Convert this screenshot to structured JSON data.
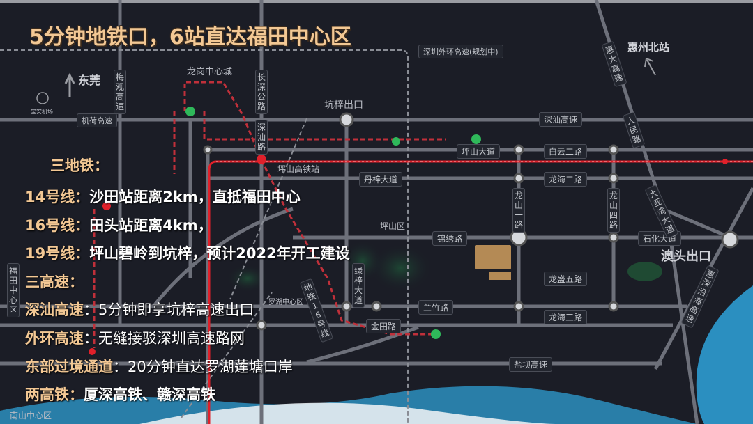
{
  "title": "5分钟地铁口，6站直达福田中心区",
  "colors": {
    "accent": "#f3c894",
    "rail": "#e0202a",
    "metro_dashed": "#c0303a",
    "metro_station": "#2fb85a",
    "water": "#2b8fc0",
    "road": "#6d707a",
    "background": "#1b1d26"
  },
  "points": [
    {
      "key": "l1",
      "label": "三地铁：",
      "value": ""
    },
    {
      "key": "l2",
      "label": "14号线：",
      "value": "沙田站距离2km，直抵福田中心"
    },
    {
      "key": "l3",
      "label": "16号线：",
      "value": "田头站距离4km，"
    },
    {
      "key": "l4",
      "label": "19号线：",
      "value": "坪山碧岭到坑梓，预计2022年开工建设"
    },
    {
      "key": "l5",
      "label": "三高速：",
      "value": ""
    },
    {
      "key": "l6",
      "label": "深汕高速",
      "value": "：5分钟即享坑梓高速出口"
    },
    {
      "key": "l7",
      "label": "外环高速",
      "value": "：无缝接驳深圳高速路网"
    },
    {
      "key": "l8",
      "label": "东部过境通道",
      "value": "：20分钟直达罗湖莲塘口岸"
    },
    {
      "key": "l9",
      "label": "两高铁：",
      "value": "厦深高铁、赣深高铁"
    }
  ],
  "map": {
    "dongguan": "东莞",
    "huizhou_north": "惠州北站",
    "longgang": "龙岗中心城",
    "kengzi_exit": "坑梓出口",
    "aotou_exit": "澳头出口",
    "pingshan_hsr": "坪山高铁站",
    "airport": "宝安机场",
    "nanshan": "南山中心区",
    "luohu": "罗湖中心区",
    "futian": "福田中心区",
    "pingshan_district": "坪山区",
    "roads": {
      "jihe": "机荷高速",
      "shenshan": "深汕高速",
      "outer_ring": "深圳外环高速(规划中)",
      "meiguan": "梅观高速",
      "changshen": "长深公路",
      "huida": "惠大高速",
      "renmin": "人民路",
      "pingshan_ave": "坪山大道",
      "baiyun2": "白云二路",
      "danzi": "丹梓大道",
      "longhai2": "龙海二路",
      "jinxiu": "锦绣路",
      "shihua": "石化大道",
      "longshan1": "龙山一路",
      "longshan4": "龙山四路",
      "dayawan": "大亚湾大道",
      "longsheng5": "龙盛五路",
      "lanzhu": "兰竹路",
      "longhai3": "龙海三路",
      "jintian": "金田路",
      "yanba": "盐坝高速",
      "shenshan_rd": "深汕路",
      "lvzi": "绿梓大道",
      "huishen": "惠深沿海高速",
      "metro16": "地铁16号线"
    }
  }
}
